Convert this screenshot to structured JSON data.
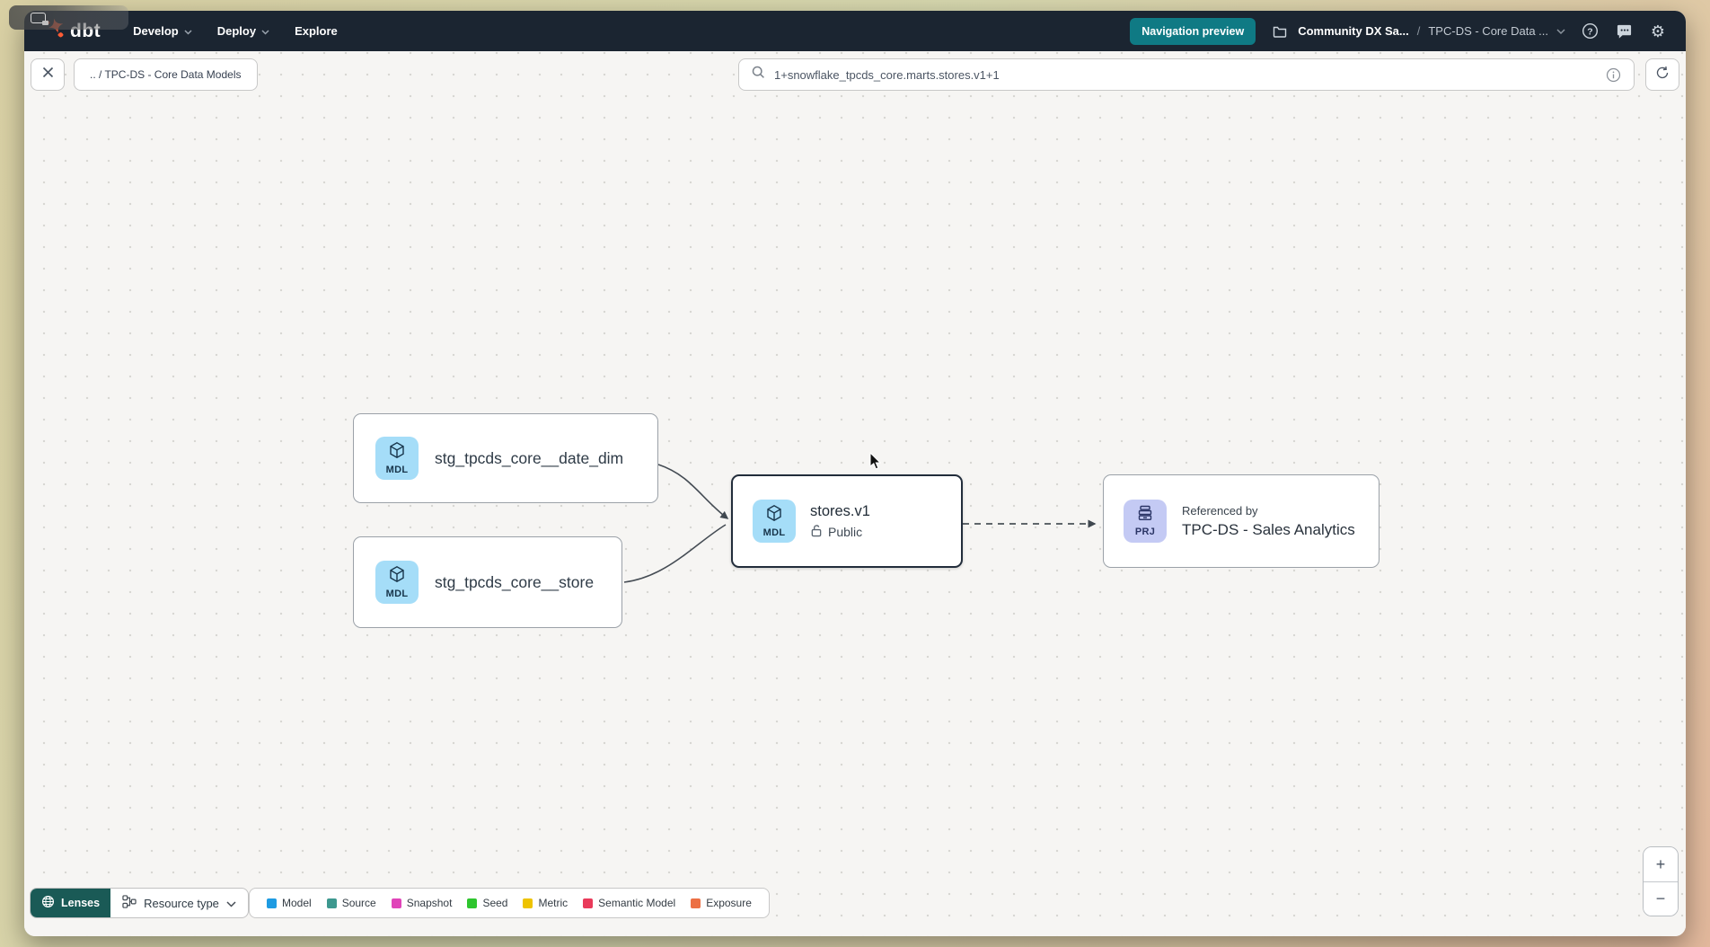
{
  "navbar": {
    "logo": "dbt",
    "menu_develop": "Develop",
    "menu_deploy": "Deploy",
    "menu_explore": "Explore",
    "preview_badge": "Navigation preview",
    "breadcrumb_project": "Community DX Sa...",
    "breadcrumb_separator": "/",
    "breadcrumb_page": "TPC-DS - Core Data ..."
  },
  "toolbar": {
    "breadcrumb_chip": ".. / TPC-DS - Core Data Models",
    "search_value": "1+snowflake_tpcds_core.marts.stores.v1+1"
  },
  "graph": {
    "nodes": {
      "date_dim": {
        "badge": "MDL",
        "label": "stg_tpcds_core__date_dim"
      },
      "store": {
        "badge": "MDL",
        "label": "stg_tpcds_core__store"
      },
      "stores_v1": {
        "badge": "MDL",
        "label": "stores.v1",
        "access": "Public"
      },
      "sales_analytics": {
        "badge": "PRJ",
        "pretitle": "Referenced by",
        "label": "TPC-DS - Sales Analytics"
      }
    }
  },
  "footer": {
    "lenses": "Lenses",
    "resource_type": "Resource type",
    "legend": [
      {
        "label": "Model",
        "color": "#1e9be2"
      },
      {
        "label": "Source",
        "color": "#3d988f"
      },
      {
        "label": "Snapshot",
        "color": "#e044b9"
      },
      {
        "label": "Seed",
        "color": "#2ec52e"
      },
      {
        "label": "Metric",
        "color": "#eec300"
      },
      {
        "label": "Semantic Model",
        "color": "#e93a5a"
      },
      {
        "label": "Exposure",
        "color": "#ec7044"
      }
    ],
    "zoom_in": "+",
    "zoom_out": "−"
  },
  "colors": {
    "navbar_bg": "#1b2531",
    "preview_badge_bg": "#0f7a84",
    "lenses_bg": "#1a5a56",
    "model_badge_bg": "#a5ddf8",
    "project_badge_bg": "#c4caf4",
    "dbt_brand_orange": "#ff5c35"
  }
}
